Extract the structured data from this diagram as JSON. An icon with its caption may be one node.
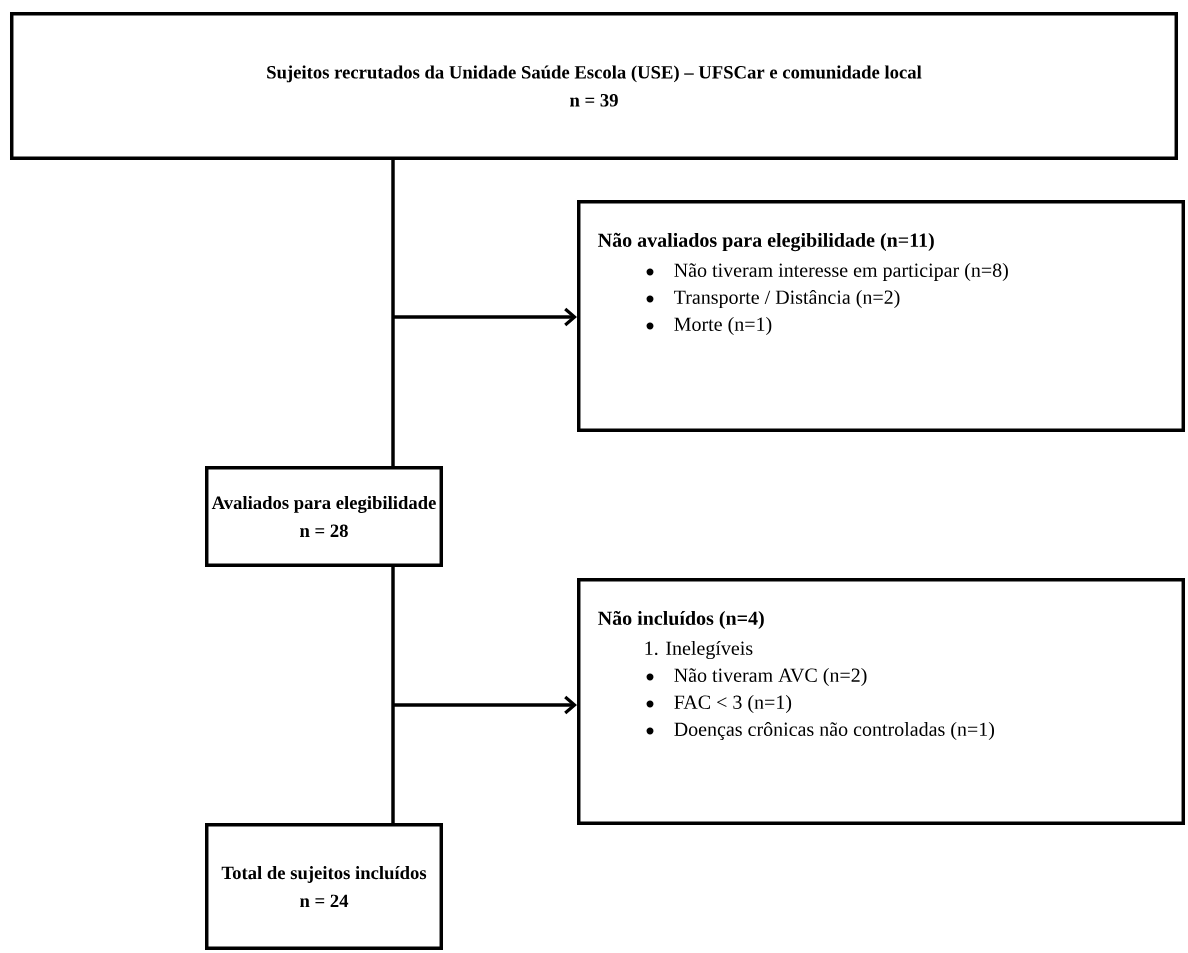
{
  "diagram": {
    "nodes": [
      {
        "text": [
          "Sujeitos recrutados da Unidade Saúde Escola (USE) – UFSCar e comunidade local",
          "n = 39"
        ]
      },
      {
        "text": [
          "Não avaliados para elegibilidade (n=11)",
          "Não tiveram interesse em participar (n=8)",
          "Transporte / Distância (n=2)",
          "Morte (n=1)"
        ]
      },
      {
        "text": [
          "Avaliados para elegibilidade",
          "n = 28"
        ]
      },
      {
        "text": [
          "Não incluídos (n=4)",
          "1. Inelegíveis",
          "Não tiveram AVC (n=2)",
          "FAC < 3 (n=1)",
          "Doenças crônicas não controladas (n=1)"
        ]
      },
      {
        "text": [
          "Total de sujeitos incluídos",
          "n = 24"
        ]
      }
    ],
    "edges": [
      {
        "from": 0,
        "to": 2,
        "arrow": "none"
      },
      {
        "from": null,
        "to": 1,
        "arrow": "to"
      },
      {
        "from": 2,
        "to": 4,
        "arrow": "none"
      },
      {
        "from": null,
        "to": 3,
        "arrow": "to"
      }
    ]
  }
}
